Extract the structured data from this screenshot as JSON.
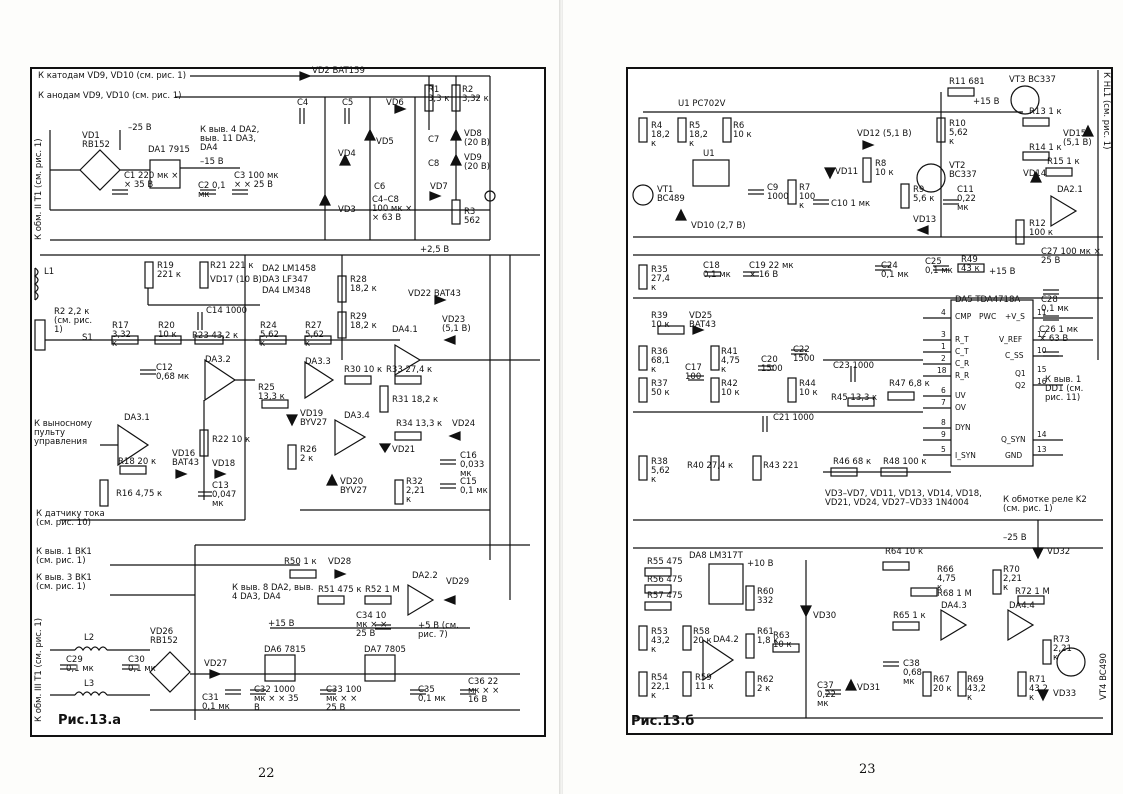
{
  "left": {
    "page_number": "22",
    "caption": "Рис.13.а",
    "side_labels": [
      "К обм. II T1 (см. рис. 1)",
      "К обм. III T1 (см. рис. 1)"
    ],
    "ext": {
      "cathodes": "К катодам VD9, VD10 (см. рис. 1)",
      "anodes": "К анодам VD9, VD10 (см. рис. 1)",
      "remote": "К выносному пульту управления",
      "current_sensor": "К датчику тока (см. рис. 10)",
      "bk1_1": "К выв. 1 BK1 (см. рис. 1)",
      "bk1_3": "К выв. 3 BK1 (см. рис. 1)",
      "da_pins": "К выв. 4 DA2, выв. 11 DA3, DA4",
      "da_pins8": "К выв. 8 DA2, выв. 4 DA3, DA4",
      "plus5": "+5 В (см. рис. 7)",
      "plus15": "+15 В",
      "minus25": "–25 В",
      "minus15": "–15 В",
      "plus25": "+2,5 В"
    },
    "parts": {
      "vd2": "VD2 BAT159",
      "vd1": "VD1 RB152",
      "da1": "DA1 7915",
      "c1": "C1 220 мк × × 35 В",
      "c2": "C2 0,1 мк",
      "c3": "C3 100 мк × × 25 В",
      "c4": "C4",
      "c5": "C5",
      "vd6": "VD6",
      "vd5": "VD5",
      "vd4": "VD4",
      "vd3": "VD3",
      "c6": "C6",
      "c4c8": "C4–C8 100 мк × × 63 В",
      "c7": "C7",
      "c8": "C8",
      "vd7": "VD7",
      "r1": "R1 3,3 к",
      "r2": "R2 3,32 к",
      "r3": "R3 562",
      "vd8": "VD8 (20 В)",
      "vd9": "VD9 (20 В)",
      "l1": "L1",
      "r2pot": "R2 2,2 к (см. рис. 1)",
      "s1": "S1",
      "r17": "R17 3,32 к",
      "r20": "R20 10 к",
      "r19": "R19 221 к",
      "r21": "R21 221 к",
      "vd17": "VD17 (10 В)",
      "c14": "C14 1000",
      "r23": "R23 43,2 к",
      "da32": "DA3.2",
      "c12": "C12 0,68 мк",
      "da2ic": "DA2 LM1458",
      "da3ic": "DA3 LF347",
      "da4ic": "DA4 LM348",
      "r28": "R28 18,2 к",
      "r29": "R29 18,2 к",
      "vd22": "VD22 BAT43",
      "r24": "R24 5,62 к",
      "r27": "R27 5,62 к",
      "da41": "DA4.1",
      "vd23": "VD23 (5,1 В)",
      "da33": "DA3.3",
      "r30": "R30 10 к",
      "r33": "R33 27,4 к",
      "r31": "R31 18,2 к",
      "r25": "R25 13,3 к",
      "vd19": "VD19 BYV27",
      "r26": "R26 2 к",
      "da34": "DA3.4",
      "r34": "R34 13,3 к",
      "vd24": "VD24",
      "vd21": "VD21",
      "c16": "C16 0,033 мк",
      "vd20": "VD20 BYV27",
      "r32": "R32 2,21 к",
      "c15": "C15 0,1 мк",
      "da31": "DA3.1",
      "r18": "R18 20 к",
      "vd16": "VD16 BAT43",
      "vd18": "VD18",
      "r22": "R22 10 к",
      "c13": "C13 0,047 мк",
      "r16": "R16 4,75 к",
      "r50": "R50 1 к",
      "vd28": "VD28",
      "r51": "R51 475 к",
      "r52": "R52 1 М",
      "da22": "DA2.2",
      "vd29": "VD29",
      "c34": "C34 10 мк × × 25 В",
      "l2": "L2",
      "l3": "L3",
      "c29": "C29 0,1 мк",
      "c30": "C30 0,1 мк",
      "vd26": "VD26 RB152",
      "vd27": "VD27",
      "c31": "C31 0,1 мк",
      "da6": "DA6 7815",
      "c32": "C32 1000 мк × × 35 В",
      "c33": "C33 100 мк × × 25 В",
      "da7": "DA7 7805",
      "c35": "C35 0,1 мк",
      "c36": "C36 22 мк × × 16 В"
    }
  },
  "right": {
    "page_number": "23",
    "caption": "Рис.13.б",
    "side_labels": [
      "К HL1 (см. рис. 1)",
      "VT4 BC490"
    ],
    "ext": {
      "relay": "К обмотке реле K2 (см. рис. 1)",
      "dd1": "К выв. 1 DD1 (см. рис. 11)",
      "plus15": "+15 В",
      "plus10": "+10 В",
      "minus25": "–25 В",
      "diode_list": "VD3–VD7, VD11, VD13, VD14, VD18, VD21, VD24, VD27–VD33 1N4004"
    },
    "parts": {
      "u1": "U1 PC702V",
      "u1b": "U1",
      "r4": "R4 18,2 к",
      "r5": "R5 18,2 к",
      "r6": "R6 10 к",
      "vt1": "VT1 BC489",
      "vd10": "VD10 (2,7 В)",
      "c9": "C9 1000",
      "r7": "R7 100 к",
      "c10": "C10 1 мк",
      "vd12": "VD12 (5,1 В)",
      "vd11": "VD11",
      "r8": "R8 10 к",
      "r9": "R9 5,6 к",
      "c11": "C11 0,22 мк",
      "vd13": "VD13",
      "r11": "R11 681",
      "plus15b": "+15 В",
      "r10": "R10 5,62 к",
      "vt3": "VT3 BC337",
      "vt2": "VT2 BC337",
      "r13": "R13 1 к",
      "vd15": "VD15 (5,1 В)",
      "r14": "R14 1 к",
      "vd14": "VD14",
      "r15": "R15 1 к",
      "da21": "DA2.1",
      "r12": "R12 100 к",
      "r35": "R35 27,4 к",
      "c18": "C18 0,1 мк",
      "c19": "C19 22 мк × 16 В",
      "c24": "C24 0,1 мк",
      "c25": "C25 0,1 мк",
      "r49": "R49 43 к",
      "c27": "C27 100 мк × 25 В",
      "c28": "C28 0,1 мк",
      "c26": "C26 1 мк × 63 В",
      "da5": "DA5 TDA4718A",
      "r39": "R39 10 к",
      "vd25": "VD25 BAT43",
      "r36": "R36 68,1 к",
      "r41": "R41 4,75 к",
      "c20": "C20 1500",
      "c22": "C22 1500",
      "c17": "C17 100",
      "r42": "R42 10 к",
      "r44": "R44 10 к",
      "r37": "R37 50 к",
      "c23": "C23 1000",
      "r47": "R47 6,8 к",
      "r45": "R45 13,3 к",
      "c21": "C21 1000",
      "r38": "R38 5,62 к",
      "r40": "R40 27,4 к",
      "r43": "R43 221",
      "r46": "R46 68 к",
      "r48": "R48 100 к",
      "r55": "R55 475",
      "r56": "R56 475",
      "r57": "R57 475",
      "da8": "DA8 LM317T",
      "r60": "R60 332",
      "r53": "R53 43,2 к",
      "r58": "R58 20 к",
      "da42": "DA4.2",
      "r61": "R61 1,8 к",
      "r63": "R63 10 к",
      "vd30": "VD30",
      "r54": "R54 22,1 к",
      "r59": "R59 11 к",
      "r62": "R62 2 к",
      "c37": "C37 0,22 мк",
      "vd31": "VD31",
      "r64": "R64 10 к",
      "r66": "R66 4,75 к",
      "r68": "R68 1 М",
      "da43": "DA4.3",
      "r65": "R65 1 к",
      "c38": "C38 0,68 мк",
      "r67": "R67 20 к",
      "r69": "R69 43,2 к",
      "r70": "R70 2,21 к",
      "r72": "R72 1 М",
      "da44": "DA4.4",
      "r73": "R73 2,21 к",
      "r71": "R71 43,2 к",
      "vd32": "VD32",
      "vd33": "VD33"
    },
    "da5_pins": {
      "left": [
        "CMP",
        "R_T",
        "C_T",
        "C_R",
        "R_R",
        "UV",
        "OV",
        "DYN",
        "I_SYN"
      ],
      "right": [
        "PWC",
        "+V_S",
        "V_REF",
        "C_SS",
        "Q1",
        "Q2",
        "Q_SYN",
        "GND"
      ],
      "left_nums": [
        "4",
        "3",
        "1",
        "2",
        "18",
        "6",
        "7",
        "8",
        "9",
        "5"
      ],
      "right_nums": [
        "11",
        "12",
        "10",
        "15",
        "16",
        "14",
        "13"
      ]
    }
  }
}
